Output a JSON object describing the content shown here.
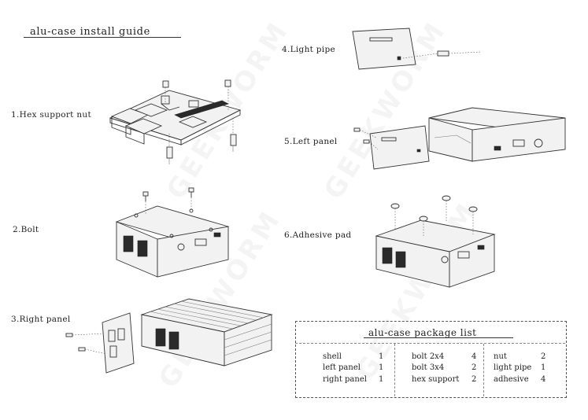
{
  "title": "alu-case install guide",
  "watermark": "GEEKWORM",
  "steps": [
    {
      "label": "1.Hex support  nut"
    },
    {
      "label": "2.Bolt"
    },
    {
      "label": "3.Right panel"
    },
    {
      "label": "4.Light pipe"
    },
    {
      "label": "5.Left panel"
    },
    {
      "label": "6.Adhesive pad"
    }
  ],
  "package": {
    "title": "alu-case package list",
    "columns": [
      {
        "items": [
          {
            "name": "shell",
            "qty": "1"
          },
          {
            "name": "left panel",
            "qty": "1"
          },
          {
            "name": "right panel",
            "qty": "1"
          }
        ]
      },
      {
        "items": [
          {
            "name": "bolt 2x4",
            "qty": "4"
          },
          {
            "name": "bolt 3x4",
            "qty": "2"
          },
          {
            "name": "hex support",
            "qty": "2"
          }
        ]
      },
      {
        "items": [
          {
            "name": "nut",
            "qty": "2"
          },
          {
            "name": "light pipe",
            "qty": "1"
          },
          {
            "name": "adhesive",
            "qty": "4"
          }
        ]
      }
    ]
  }
}
